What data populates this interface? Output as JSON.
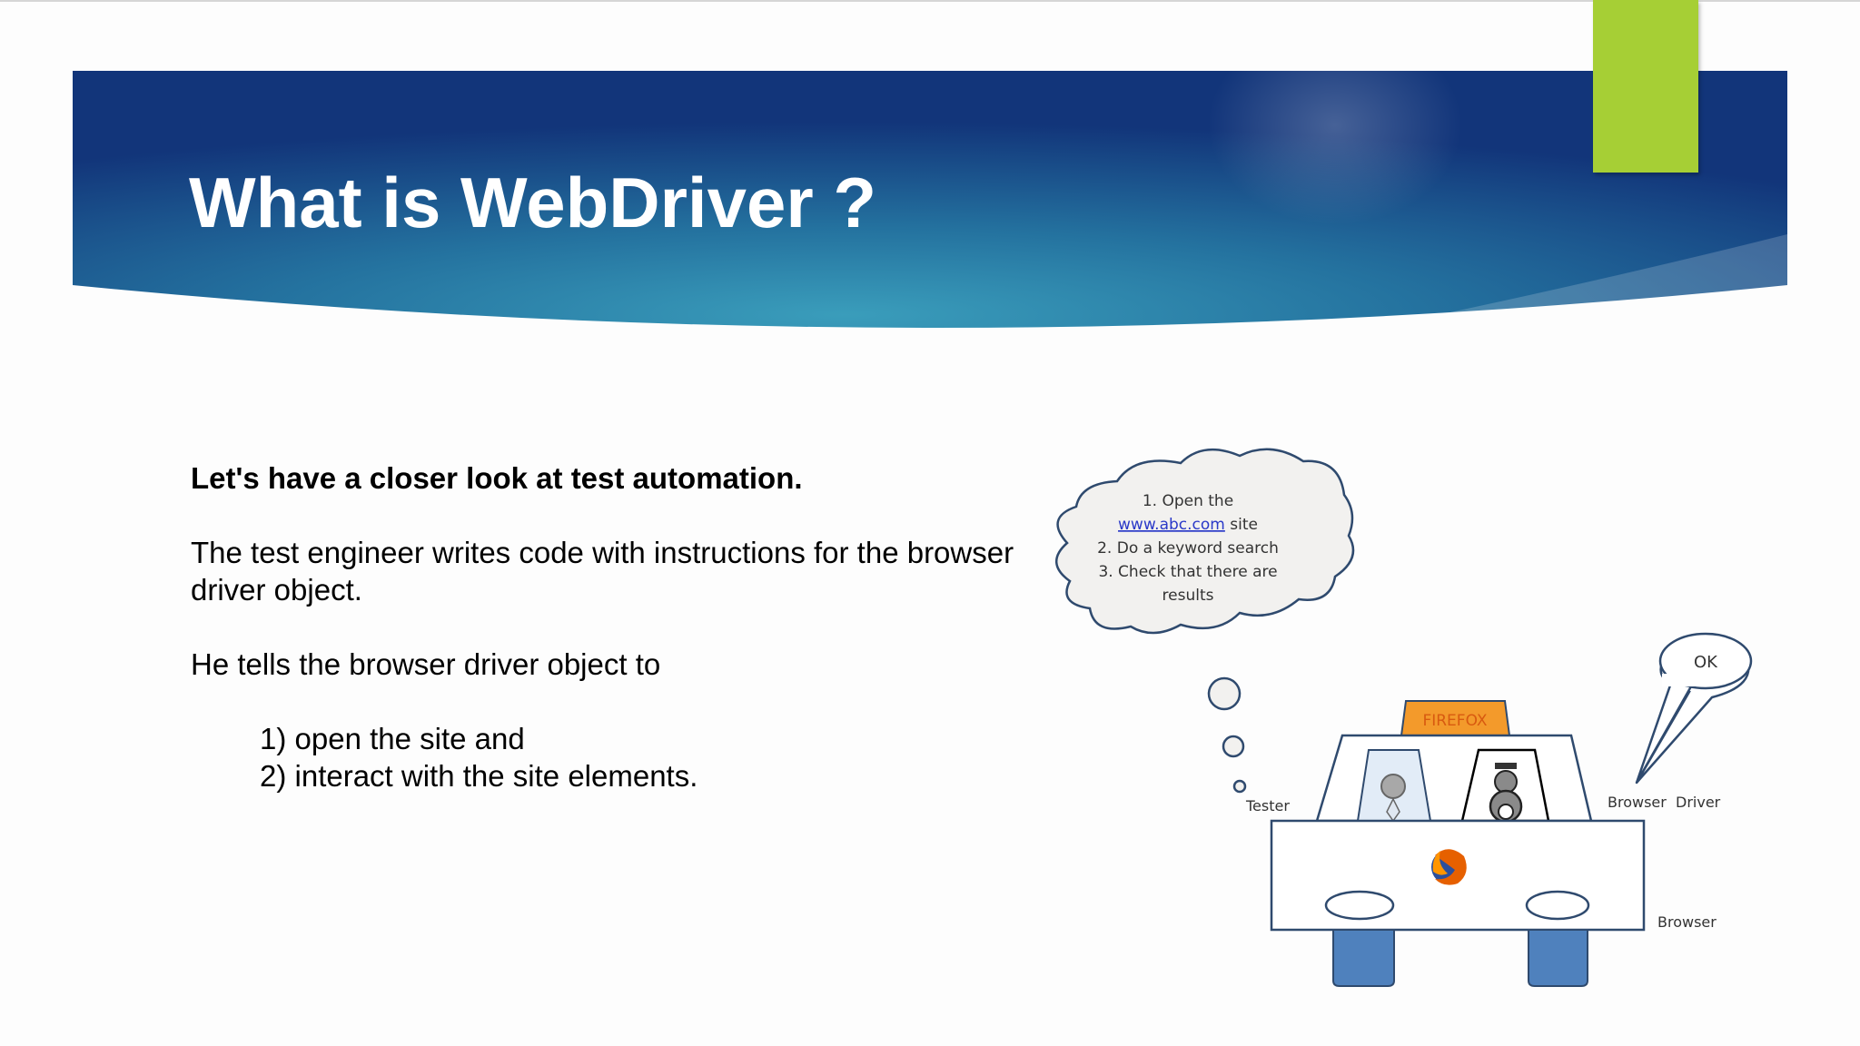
{
  "slide": {
    "title": "What is WebDriver ?",
    "body": {
      "lead": "Let's have a closer look at test automation.",
      "para1_line1": "The test engineer writes code with instructions for the browser",
      "para1_line2": "driver object.",
      "para2": "He tells the browser driver object to",
      "steps": [
        "1) open the site and",
        "2) interact with the site elements."
      ]
    }
  },
  "illustration": {
    "thought": {
      "line1": "1. Open the",
      "link": "www.abc.com",
      "line2_suffix": " site",
      "line3": "2. Do a keyword search",
      "line4": "3. Check that there are",
      "line5": "results"
    },
    "speech": "OK",
    "roof_sign": "FIREFOX",
    "labels": {
      "tester": "Tester",
      "browser_driver": "Browser  Driver",
      "browser": "Browser"
    }
  },
  "colors": {
    "banner_dark": "#123f78",
    "banner_light": "#2e8fb0",
    "accent_green": "#a6cf35",
    "sign_orange": "#f39a2b",
    "wheel_blue": "#4f81bd",
    "cloud_fill": "#f2f1ef",
    "outline": "#2f4a6e"
  },
  "icons": [
    "firefox-logo-icon"
  ]
}
